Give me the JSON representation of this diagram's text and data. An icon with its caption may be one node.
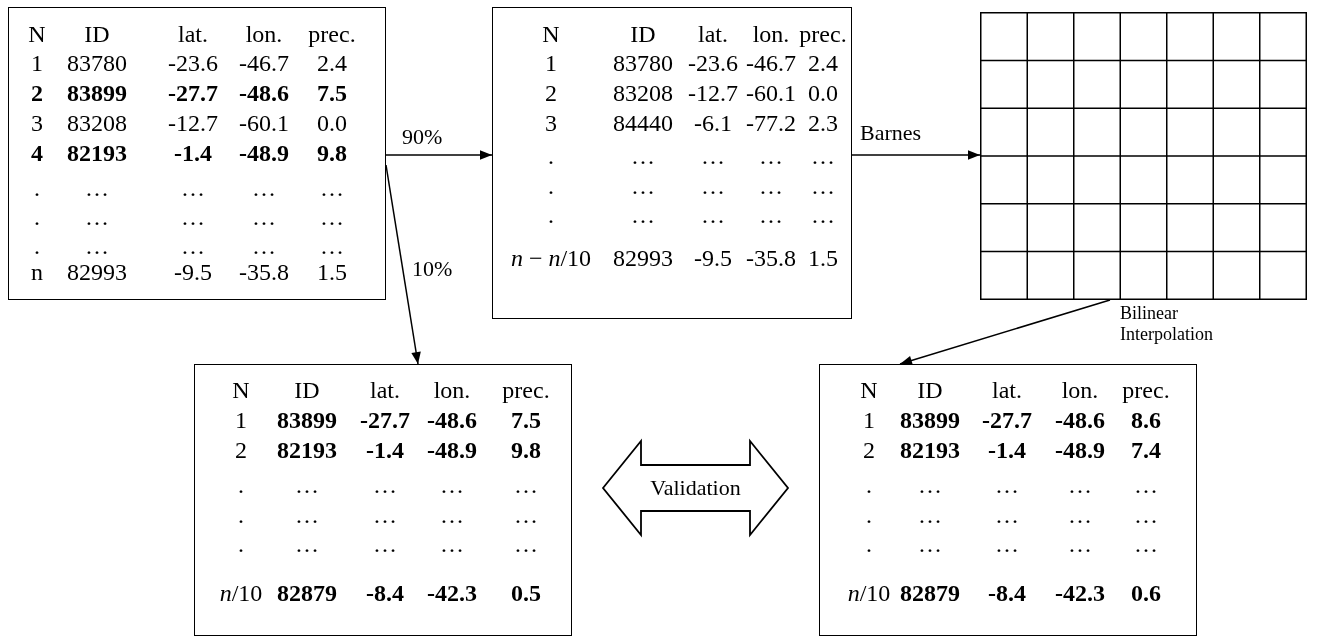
{
  "diagram": {
    "nodes": [
      {
        "text": [
          "N",
          "ID",
          "lat.",
          "lon.",
          "prec.",
          "1",
          "83780",
          "-23.6",
          "-46.7",
          "2.4",
          "2",
          "83899",
          "-27.7",
          "-48.6",
          "7.5",
          "3",
          "83208",
          "-12.7",
          "-60.1",
          "0.0",
          "4",
          "82193",
          "-1.4",
          "-48.9",
          "9.8",
          ".",
          "…",
          "…",
          "…",
          "…",
          ".",
          "…",
          "…",
          "…",
          "…",
          ".",
          "…",
          "…",
          "…",
          "…",
          "n",
          "82993",
          "-9.5",
          "-35.8",
          "1.5"
        ]
      },
      {
        "text": [
          "N",
          "ID",
          "lat.",
          "lon.",
          "prec.",
          "1",
          "83780",
          "-23.6",
          "-46.7",
          "2.4",
          "2",
          "83208",
          "-12.7",
          "-60.1",
          "0.0",
          "3",
          "84440",
          "-6.1",
          "-77.2",
          "2.3",
          ".",
          "…",
          "…",
          "…",
          "…",
          ".",
          "…",
          "…",
          "…",
          "…",
          ".",
          "…",
          "…",
          "…",
          "…",
          "*n* − *n*/10",
          "82993",
          "-9.5",
          "-35.8",
          "1.5"
        ]
      },
      {
        "text": [],
        "shape": "grid"
      },
      {
        "text": [
          "N",
          "ID",
          "lat.",
          "lon.",
          "prec.",
          "1",
          "83899",
          "-27.7",
          "-48.6",
          "7.5",
          "2",
          "82193",
          "-1.4",
          "-48.9",
          "9.8",
          ".",
          "…",
          "…",
          "…",
          "…",
          ".",
          "…",
          "…",
          "…",
          "…",
          ".",
          "…",
          "…",
          "…",
          "…",
          "*n*/10",
          "82879",
          "-8.4",
          "-42.3",
          "0.5"
        ]
      },
      {
        "text": [
          "N",
          "ID",
          "lat.",
          "lon.",
          "prec.",
          "1",
          "83899",
          "-27.7",
          "-48.6",
          "8.6",
          "2",
          "82193",
          "-1.4",
          "-48.9",
          "7.4",
          ".",
          "…",
          "…",
          "…",
          "…",
          ".",
          "…",
          "…",
          "…",
          "…",
          ".",
          "…",
          "…",
          "…",
          "…",
          "*n*/10",
          "82879",
          "-8.4",
          "-42.3",
          "0.6"
        ]
      }
    ],
    "edges": [
      {
        "from": 0,
        "to": 1,
        "arrow": "to",
        "label": "90%"
      },
      {
        "from": 0,
        "to": 3,
        "arrow": "to",
        "label": "10%"
      },
      {
        "from": 1,
        "to": 2,
        "arrow": "to",
        "label": "Barnes"
      },
      {
        "from": 2,
        "to": 4,
        "arrow": "to",
        "label": "Bilinear Interpolation"
      },
      {
        "from": 3,
        "to": 4,
        "arrow": "both",
        "label": "Validation",
        "style": "thick"
      }
    ]
  }
}
